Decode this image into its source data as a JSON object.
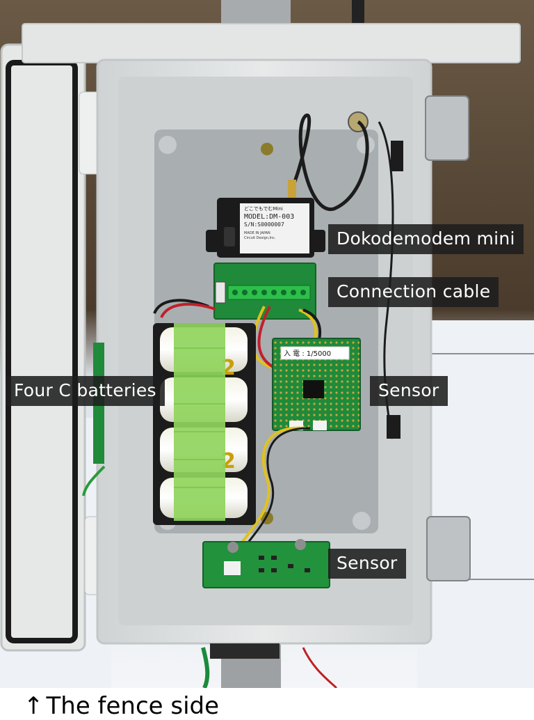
{
  "labels": {
    "modem": "Dokodemodem mini",
    "cable": "Connection cable",
    "batteries": "Four C batteries",
    "sensor_right": "Sensor",
    "sensor_bottom": "Sensor"
  },
  "caption": {
    "arrow": "↑",
    "text": "The fence side"
  },
  "device": {
    "brand_small": "どこでもでむMini",
    "model": "MODEL:DM-003",
    "serial": "S/N:S0000007",
    "made_in": "MADE IN JAPAN",
    "maker": "Circuit Design,Inc.",
    "board_label": "入  電 : 1/5000"
  },
  "colors": {
    "label_bg": "#1e1e1e",
    "pcb_green": "#1f8a3a",
    "enclosure": "#d9dcdc",
    "battery_wrap": "#8fd45c"
  }
}
